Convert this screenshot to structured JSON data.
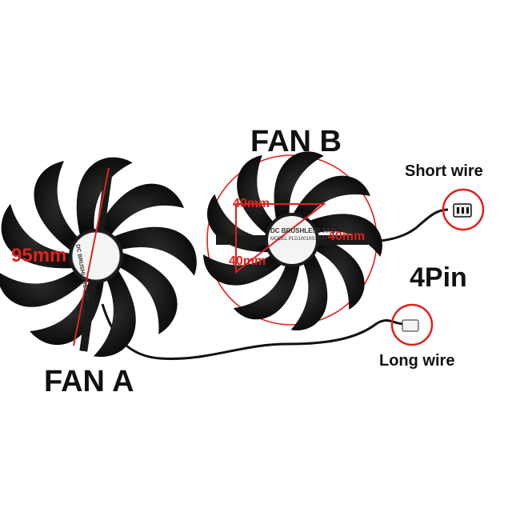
{
  "labels": {
    "fan_a": "FAN A",
    "fan_b": "FAN B",
    "short_wire": "Short wire",
    "long_wire": "Long wire",
    "pin": "4Pin"
  },
  "dimensions": {
    "fan_a_diameter": "95mm",
    "fan_b_side_top": "40mm",
    "fan_b_side_right": "40mm",
    "fan_b_side_bottom": "40mm"
  },
  "hub_text": {
    "fan_b_line1": "DC BRUSHLESS FAN",
    "fan_b_line2": "MODEL PLD10010S12HH",
    "fan_a_line1": "DC BRUSHLESS FAN"
  },
  "colors": {
    "annotation": "#e0201b",
    "blade": "#151515",
    "label": "#111111"
  },
  "icons": [
    "fan-a-icon",
    "fan-b-icon",
    "connector-icon"
  ]
}
